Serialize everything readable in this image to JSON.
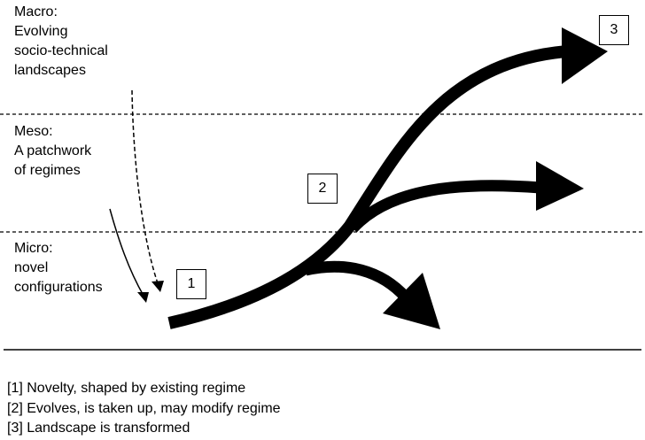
{
  "levels": {
    "macro": "Macro:\nEvolving\nsocio-technical\nlandscapes",
    "meso": "Meso:\nA patchwork\nof regimes",
    "micro": "Micro:\nnovel\nconfigurations"
  },
  "markers": {
    "m1": "1",
    "m2": "2",
    "m3": "3"
  },
  "legend": [
    "[1] Novelty, shaped by existing regime",
    "[2] Evolves, is taken up, may modify regime",
    "[3] Landscape is transformed"
  ],
  "colors": {
    "ink": "#000000",
    "background": "#ffffff"
  }
}
